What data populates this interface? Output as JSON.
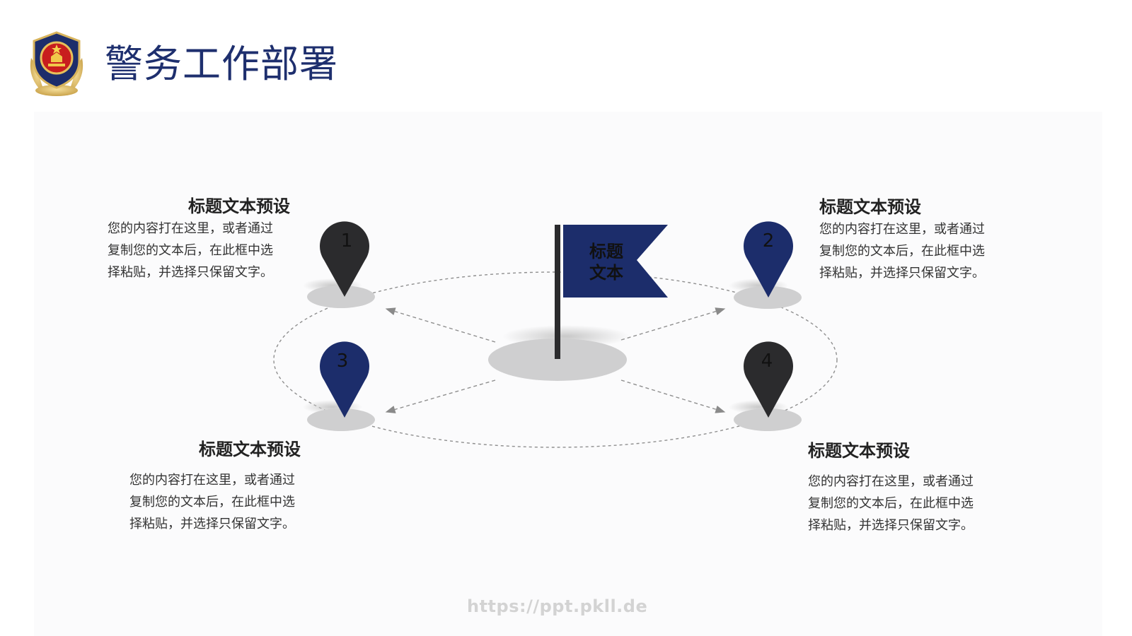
{
  "header": {
    "title": "警务工作部署"
  },
  "center": {
    "flag_line1": "标题",
    "flag_line2": "文本"
  },
  "pins": [
    {
      "number": "1",
      "color": "#2b2b2d"
    },
    {
      "number": "2",
      "color": "#1c2d6b"
    },
    {
      "number": "3",
      "color": "#1c2d6b"
    },
    {
      "number": "4",
      "color": "#2b2b2d"
    }
  ],
  "blocks": [
    {
      "title": "标题文本预设",
      "line1": "您的内容打在这里，或者通过",
      "line2": "复制您的文本后，在此框中选",
      "line3": "择粘贴，并选择只保留文字。"
    },
    {
      "title": "标题文本预设",
      "line1": "您的内容打在这里，或者通过",
      "line2": "复制您的文本后，在此框中选",
      "line3": "择粘贴，并选择只保留文字。"
    },
    {
      "title": "标题文本预设",
      "line1": "您的内容打在这里，或者通过",
      "line2": "复制您的文本后，在此框中选",
      "line3": "择粘贴，并选择只保留文字。"
    },
    {
      "title": "标题文本预设",
      "line1": "您的内容打在这里，或者通过",
      "line2": "复制您的文本后，在此框中选",
      "line3": "择粘贴，并选择只保留文字。"
    }
  ],
  "footer": {
    "watermark": "https://ppt.pkll.de"
  },
  "colors": {
    "navy": "#1c2d6b",
    "dark": "#2b2b2d",
    "title_blue": "#1e2f6e"
  }
}
